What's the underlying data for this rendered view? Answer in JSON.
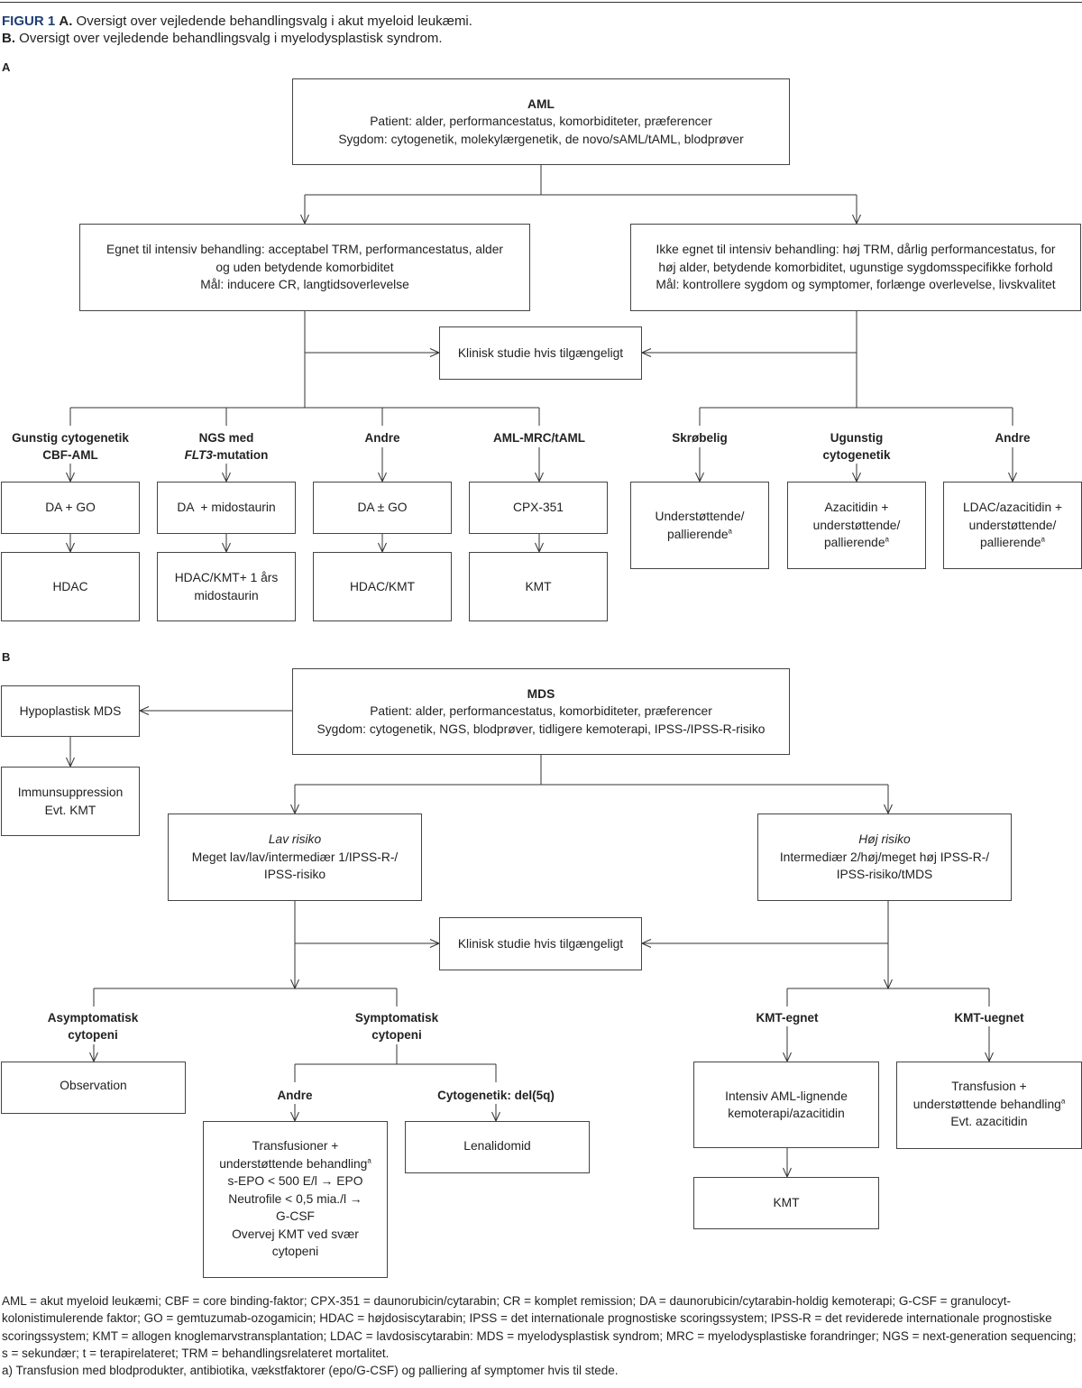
{
  "caption": {
    "figure_label": "FIGUR 1",
    "a_label": "A.",
    "a_text": "Oversigt over vejledende behandlingsvalg i akut myeloid leukæmi.",
    "b_label": "B.",
    "b_text": "Oversigt over vejledende behandlingsvalg i myelodysplastisk syndrom."
  },
  "section_a": {
    "label": "A",
    "aml": {
      "title": "AML",
      "line1": "Patient: alder, performancestatus, komorbiditeter, præferencer",
      "line2": "Sygdom: cytogenetik, molekylærgenetik, de novo/sAML/tAML, blodprøver"
    },
    "intensive": {
      "line1": "Egnet til intensiv behandling: acceptabel TRM, performancestatus, alder",
      "line2": "og uden betydende komorbiditet",
      "line3": "Mål: inducere CR, langtidsoverlevelse"
    },
    "non_intensive": {
      "line1": "Ikke egnet til intensiv behandling: høj TRM, dårlig performancestatus, for",
      "line2": "høj alder, betydende komorbiditet, ugunstige sygdomsspecifikke forhold",
      "line3": "Mål: kontrollere sygdom og symptomer, forlænge overlevelse, livskvalitet"
    },
    "clinical_trial": "Klinisk studie hvis tilgængeligt",
    "branches": [
      {
        "label1": "Gunstig cytogenetik",
        "label2": "CBF-AML",
        "step1": "DA + GO",
        "step2": "HDAC"
      },
      {
        "label1": "NGS med",
        "label2_italic": "FLT3",
        "label2_rest": "-mutation",
        "step1": "DA  + midostaurin",
        "step2_line1": "HDAC/KMT+ 1 års",
        "step2_line2": "midostaurin"
      },
      {
        "label1": "Andre",
        "step1": "DA ± GO",
        "step2": "HDAC/KMT"
      },
      {
        "label1": "AML-MRC/tAML",
        "step1": "CPX-351",
        "step2": "KMT"
      },
      {
        "label1": "Skrøbelig",
        "step1_line1": "Understøttende/",
        "step1_line2": "pallierende",
        "step1_sup": "a"
      },
      {
        "label1": "Ugunstig",
        "label2": "cytogenetik",
        "step1_line1": "Azacitidin +",
        "step1_line2": "understøttende/",
        "step1_line3": "pallierende",
        "step1_sup": "a"
      },
      {
        "label1": "Andre",
        "step1_line1": "LDAC/azacitidin +",
        "step1_line2": "understøttende/",
        "step1_line3": "pallierende",
        "step1_sup": "a"
      }
    ]
  },
  "section_b": {
    "label": "B",
    "mds": {
      "title": "MDS",
      "line1": "Patient: alder, performancestatus, komorbiditeter, præferencer",
      "line2": "Sygdom: cytogenetik, NGS, blodprøver, tidligere kemoterapi, IPSS-/IPSS-R-risiko"
    },
    "hypoplastic": "Hypoplastisk MDS",
    "immunosuppression": {
      "line1": "Immunsuppression",
      "line2": "Evt. KMT"
    },
    "low_risk": {
      "title": "Lav risiko",
      "line1": "Meget lav/lav/intermediær 1/IPSS-R-/",
      "line2": "IPSS-risiko"
    },
    "high_risk": {
      "title": "Høj risiko",
      "line1": "Intermediær 2/høj/meget høj IPSS-R-/",
      "line2": "IPSS-risiko/tMDS"
    },
    "clinical_trial": "Klinisk studie hvis tilgængeligt",
    "asymptomatic": {
      "label1": "Asymptomatisk",
      "label2": "cytopeni",
      "box": "Observation"
    },
    "symptomatic": {
      "label1": "Symptomatisk",
      "label2": "cytopeni"
    },
    "other": {
      "label": "Andre",
      "line1": "Transfusioner +",
      "line2": "understøttende behandling",
      "sup": "a",
      "line3": "s-EPO < 500 E/l → EPO",
      "line4": "Neutrofile < 0,5 mia./l →",
      "line5": "G-CSF",
      "line6": "Overvej KMT ved svær",
      "line7": "cytopeni"
    },
    "del5q": {
      "label": "Cytogenetik: del(5q)",
      "box": "Lenalidomid"
    },
    "kmt_fit": {
      "label": "KMT-egnet",
      "box_line1": "Intensiv AML-lignende",
      "box_line2": "kemoterapi/azacitidin",
      "box2": "KMT"
    },
    "kmt_unfit": {
      "label": "KMT-uegnet",
      "line1": "Transfusion +",
      "line2": "understøttende behandling",
      "sup": "a",
      "line3": "Evt. azacitidin"
    }
  },
  "footnotes": {
    "abbreviations": "AML = akut myeloid leukæmi; CBF = core binding-faktor; CPX-351 = daunorubicin/cytarabin; CR = komplet remission; DA = daunorubicin/cytarabin-holdig kemoterapi; G-CSF = granulocyt-kolonistimulerende faktor; GO = gemtuzumab-ozogamicin; HDAC = højdosiscytarabin; IPSS = det internationale prognostiske scoringssystem; IPSS-R = det reviderede internationale prognostiske scoringssystem; KMT = allogen knoglemarvstransplantation; LDAC = lavdosiscytarabin: MDS = myelodysplastisk syndrom; MRC = myelodysplastiske forandringer; NGS = next-generation sequencing; s = sekundær; t = terapirelateret; TRM = behandlingsrelateret mortalitet.",
    "note_a": "a) Transfusion med blodprodukter, antibiotika, vækstfaktorer (epo/G-CSF) og palliering af symptomer hvis til stede."
  }
}
